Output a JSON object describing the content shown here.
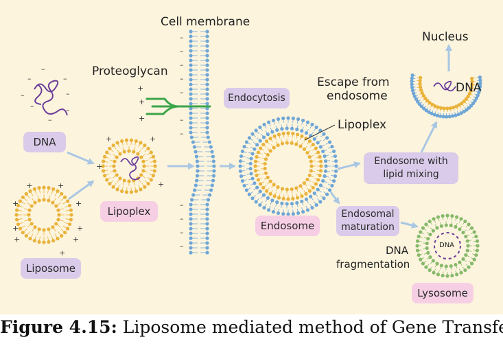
{
  "labels": {
    "cell_membrane": "Cell membrane",
    "proteoglycan": "Proteoglycan",
    "escape_line1": "Escape from",
    "escape_line2": "endosome",
    "nucleus": "Nucleus",
    "dna_nucleus": "DNA",
    "lipoplex_right": "Lipoplex",
    "dna_fragmentation_line1": "DNA",
    "dna_fragmentation_line2": "fragmentation",
    "dna_lysosome": "DNA"
  },
  "boxes": {
    "dna": "DNA",
    "liposome": "Liposome",
    "lipoplex": "Lipoplex",
    "endocytosis": "Endocytosis",
    "endosome": "Endosome",
    "endosome_mixing_line1": "Endosome with",
    "endosome_mixing_line2": "lipid mixing",
    "endosomal_maturation_line1": "Endosomal",
    "endosomal_maturation_line2": "maturation",
    "lysosome": "Lysosome"
  },
  "caption": {
    "figure_number": "Figure 4.15:",
    "text": " Liposome mediated method of Gene Transfer"
  },
  "colors": {
    "background": "#fdf4de",
    "lipid_yellow": "#e9b23a",
    "lipid_blue": "#6ea6d6",
    "lipid_green": "#86b96a",
    "dna_purple": "#6a3d9a",
    "proteoglycan_green": "#3aa54a",
    "arrow": "#a9c7e3",
    "purple_box": "#d9cbe9",
    "pink_box": "#f6cfe4"
  }
}
